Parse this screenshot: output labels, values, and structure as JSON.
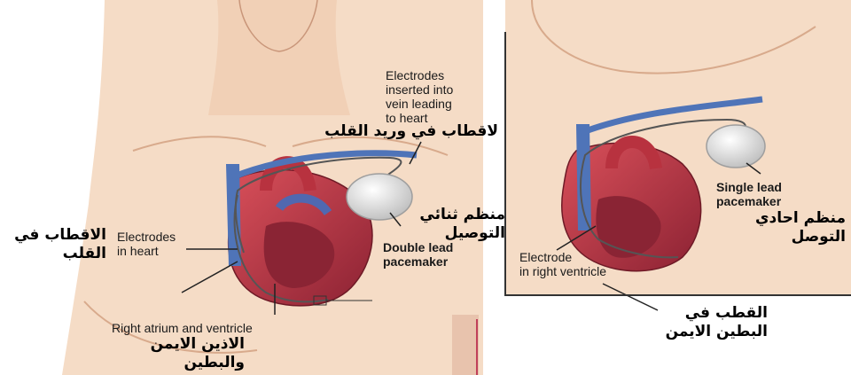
{
  "colors": {
    "skin": "#f5dcc6",
    "skin_dark": "#e7c0a0",
    "skin_line": "#c9967a",
    "heart_red": "#b8323f",
    "heart_dark": "#7e1f2d",
    "vein_blue": "#4f74b8",
    "device_gray": "#d9d9d9",
    "frame": "#333333"
  },
  "left_panel": {
    "labels": {
      "electrodes_vein": "Electrodes\ninserted into\nvein leading\nto heart",
      "electrodes_heart": "Electrodes\nin heart",
      "double_lead_line1": "Double lead",
      "double_lead_line2": "pacemaker",
      "right_atrium": "Right atrium and ventricle"
    },
    "arabic": {
      "electrodes_vein": "لاقطاب في وريد القلب",
      "electrodes_heart": "الاقطاب في\nالقلب",
      "double_lead": "منظم ثنائي\nالتوصيل",
      "right_atrium": "الاذين الايمن\nوالبطين"
    }
  },
  "right_panel": {
    "labels": {
      "single_lead": "Single lead\npacemaker",
      "electrode_rv": "Electrode\nin right ventricle"
    },
    "arabic": {
      "single_lead": "منظم احادي\nالتوصل",
      "electrode_rv": "القطب في\nالبطين الايمن"
    }
  }
}
